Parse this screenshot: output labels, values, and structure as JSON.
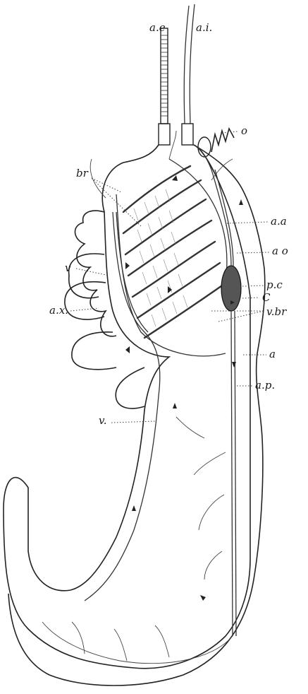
{
  "figure": {
    "labels": {
      "ae": "a.e",
      "ai": "a.i.",
      "o": "o",
      "br": "br",
      "aa": "a.a",
      "ao": "a o",
      "v_upper": "v",
      "pc": "p.c",
      "c": "C",
      "vbr": "v.br",
      "ax": "a.x.",
      "a": "a",
      "ap": "a.p.",
      "v_lower": "v."
    }
  }
}
